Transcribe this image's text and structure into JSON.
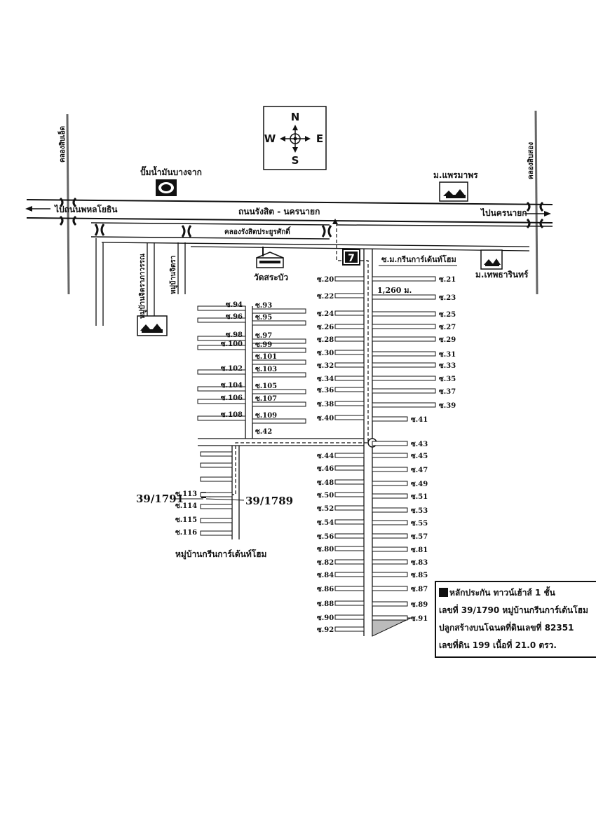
{
  "compass": {
    "north": "N",
    "south": "S",
    "east": "E",
    "west": "W"
  },
  "canals": {
    "left": "คลองสิบเอ็ด",
    "right": "คลองสิบสอง",
    "rangsit": "คลองรังสิตประยูรศักดิ์"
  },
  "roads": {
    "main": "ถนนรังสิต - นครนายก",
    "to_west": "ไปถนนพหลโยธิน",
    "to_east": "ไปนครนายก"
  },
  "landmarks": {
    "gas_station": "ปั๊มน้ำมันบางจาก",
    "village_phraemaphon": "ม.แพรมาพร",
    "village_thepthari": "ม.เทพธารินทร์",
    "temple": "วัดสระบัว",
    "seven_eleven": "7",
    "soi_green_garden": "ซ.ม.กรีนการ์เด้นท์โฮม",
    "village_jitra_phawan": "หมู่บ้านจิตราภาวรรณ",
    "village_jitra": "หมู่บ้านจิตรา",
    "village_green_garden": "หมู่บ้านกรีนการ์เด้นท์โฮม",
    "distance": "1,260 ม."
  },
  "house_numbers": {
    "left": "39/1791",
    "right": "39/1789"
  },
  "soi_west_of_spine": [
    "ซ.20",
    "ซ.22",
    "ซ.24",
    "ซ.26",
    "ซ.28",
    "ซ.30",
    "ซ.32",
    "ซ.34",
    "ซ.36",
    "ซ.38",
    "ซ.40",
    "ซ.44",
    "ซ.46",
    "ซ.48",
    "ซ.50",
    "ซ.52",
    "ซ.54",
    "ซ.56",
    "ซ.80",
    "ซ.82",
    "ซ.84",
    "ซ.86",
    "ซ.88",
    "ซ.90",
    "ซ.92"
  ],
  "soi_east_of_spine": [
    "ซ.21",
    "ซ.23",
    "ซ.25",
    "ซ.27",
    "ซ.29",
    "ซ.31",
    "ซ.33",
    "ซ.35",
    "ซ.37",
    "ซ.39",
    "ซ.41",
    "ซ.43",
    "ซ.45",
    "ซ.47",
    "ซ.49",
    "ซ.51",
    "ซ.53",
    "ซ.55",
    "ซ.57",
    "ซ.81",
    "ซ.83",
    "ซ.85",
    "ซ.87",
    "ซ.89",
    "ซ.91"
  ],
  "soi_west_block_left": [
    "ซ.94",
    "ซ.96",
    "ซ.98",
    "ซ.100",
    "ซ.102",
    "ซ.104",
    "ซ.106",
    "ซ.108"
  ],
  "soi_west_block_right": [
    "ซ.93",
    "ซ.95",
    "ซ.97",
    "ซ.99",
    "ซ.101",
    "ซ.103",
    "ซ.105",
    "ซ.107",
    "ซ.109",
    "ซ.42"
  ],
  "soi_southwest": [
    "ซ.113",
    "ซ.114",
    "ซ.115",
    "ซ.116"
  ],
  "legend": {
    "line1": "หลักประกัน ทาวน์เฮ้าส์ 1 ชั้น",
    "line2": "เลขที่ 39/1790 หมู่บ้านกรีนการ์เด้นโฮม",
    "line3": "ปลูกสร้างบนโฉนดที่ดินเลขที่ 82351",
    "line4": "เลขที่ดิน 199 เนื้อที่ 21.0 ตรว."
  }
}
